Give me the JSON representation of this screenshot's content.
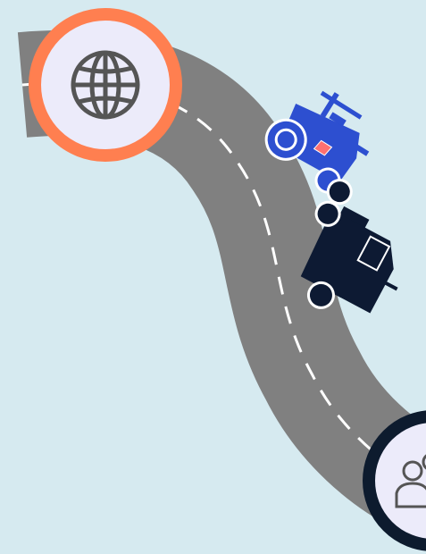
{
  "colors": {
    "background": "#d6eaf0",
    "road": "#808080",
    "road_dash": "#ffffff",
    "node_start_ring": "#ff7f50",
    "node_end_ring": "#0d1b2e",
    "node_fill": "#ecebfa",
    "icon": "#555555",
    "tractor": "#2d4fd0",
    "truck": "#0d1a33",
    "tractor_badge": "#ff7070"
  },
  "nodes": [
    {
      "name": "start",
      "icon": "globe-icon"
    },
    {
      "name": "end",
      "icon": "users-icon"
    }
  ],
  "vehicles": [
    {
      "name": "tractor",
      "icon": "tractor-icon"
    },
    {
      "name": "truck",
      "icon": "truck-icon"
    }
  ]
}
